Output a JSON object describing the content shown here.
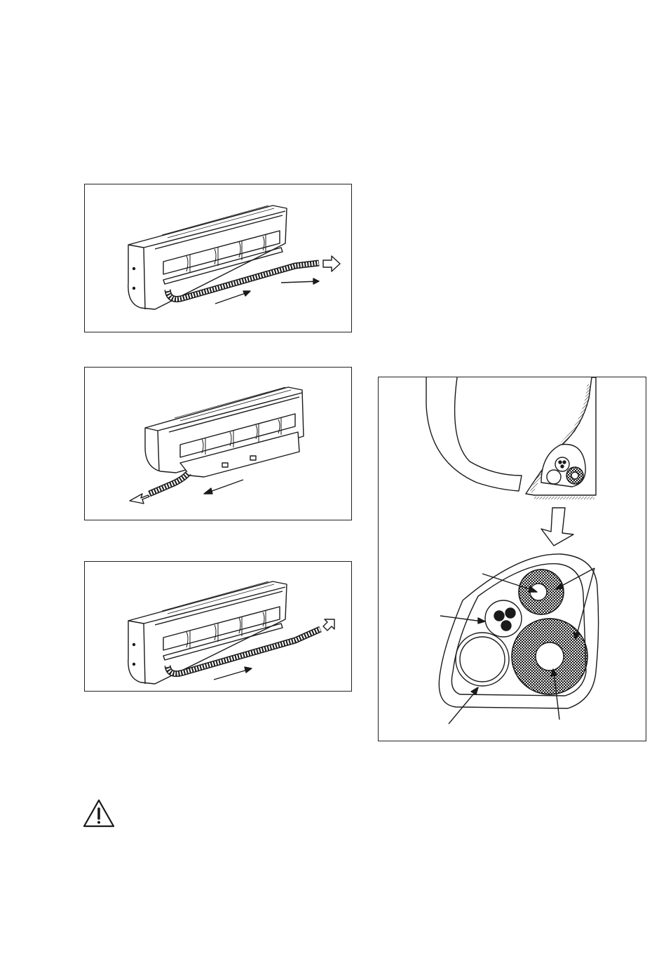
{
  "page": {
    "figures": [
      {
        "id": "fig1",
        "icon": "indoor-unit-pipe-right-illustration"
      },
      {
        "id": "fig2",
        "icon": "indoor-unit-pipe-left-illustration"
      },
      {
        "id": "fig3",
        "icon": "indoor-unit-pipe-rear-right-illustration"
      },
      {
        "id": "fig4",
        "icon": "pipe-bundle-cross-section-diagram"
      }
    ],
    "warning": {
      "icon": "warning-triangle-icon"
    },
    "colors": {
      "line": "#1a1a1a",
      "background": "#ffffff"
    }
  }
}
